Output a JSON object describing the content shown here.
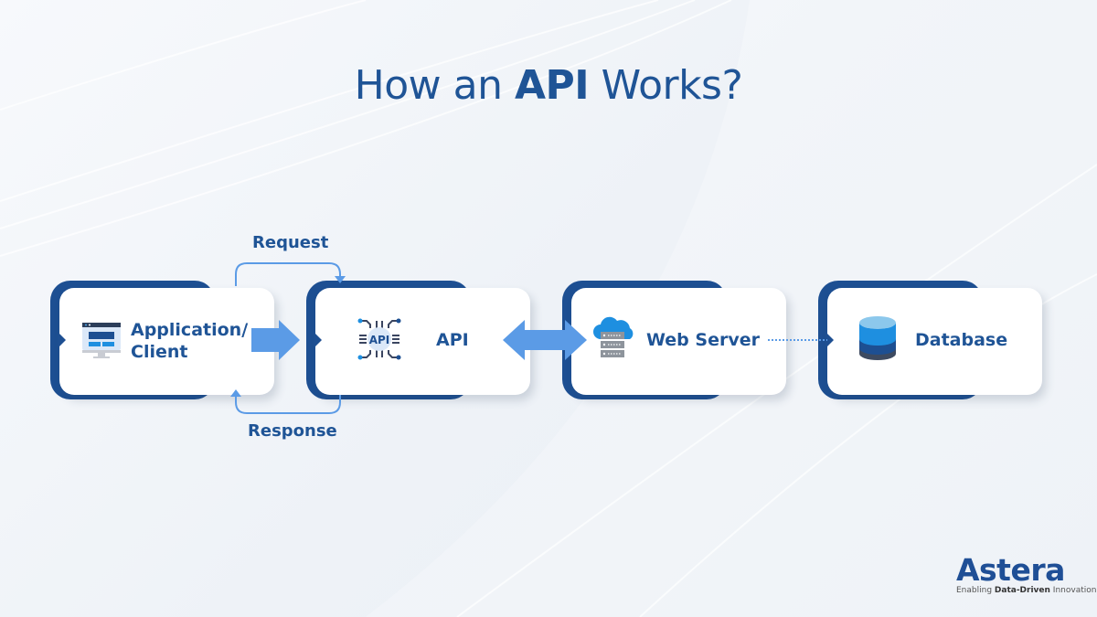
{
  "title": {
    "prefix": "How an ",
    "bold": "API",
    "suffix": " Works?"
  },
  "nodes": [
    {
      "id": "client",
      "label_line1": "Application/",
      "label_line2": "Client",
      "icon": "monitor-icon"
    },
    {
      "id": "api",
      "label": "API",
      "icon": "api-chip-icon",
      "icon_text": "API"
    },
    {
      "id": "webserver",
      "label": "Web Server",
      "icon": "cloud-server-icon"
    },
    {
      "id": "database",
      "label": "Database",
      "icon": "database-icon"
    }
  ],
  "flows": {
    "request": "Request",
    "response": "Response"
  },
  "colors": {
    "primary": "#1d4f92",
    "accent": "#5b9be6",
    "text": "#1f5496",
    "orange": "#f0891e"
  },
  "logo": {
    "brand": "Astera",
    "tag_prefix": "Enabling ",
    "tag_bold": "Data-Driven",
    "tag_suffix": " Innovation"
  }
}
